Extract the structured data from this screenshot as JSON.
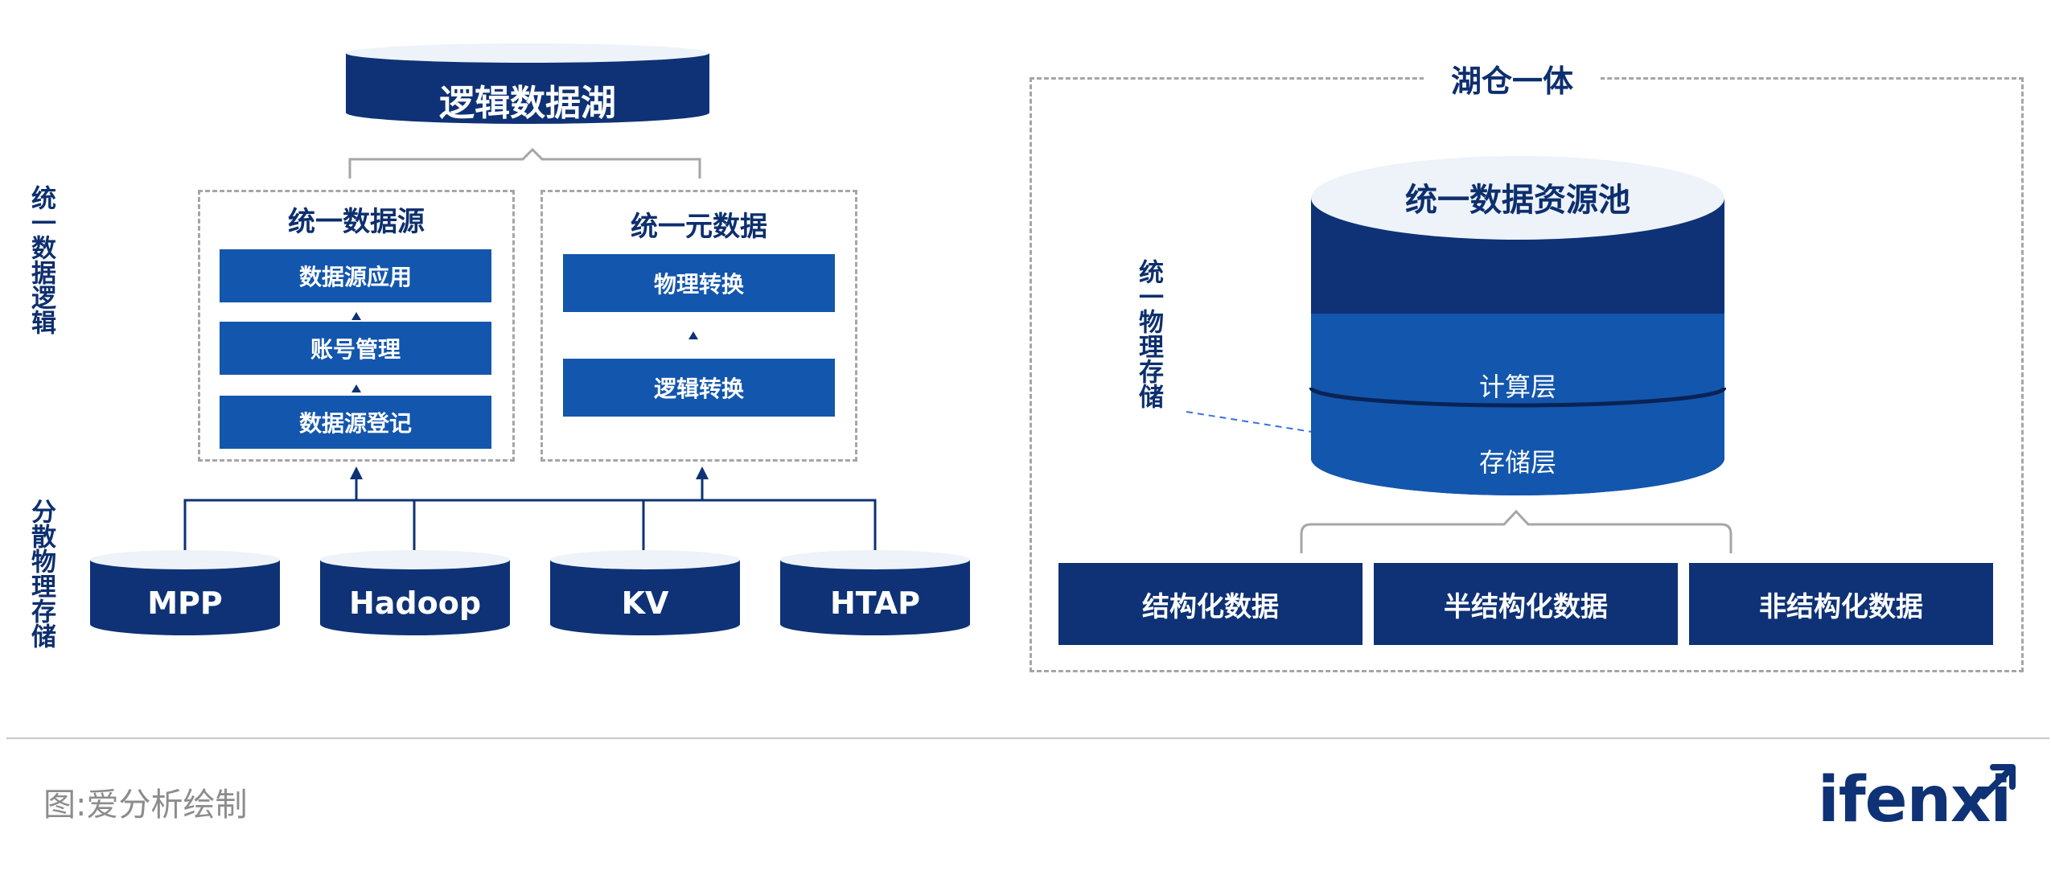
{
  "left": {
    "top_cylinder": "逻辑数据湖",
    "side_label_top": "统一数据逻辑",
    "side_label_bottom": "分散物理存储",
    "group1": {
      "title": "统一数据源",
      "items": [
        "数据源应用",
        "账号管理",
        "数据源登记"
      ]
    },
    "group2": {
      "title": "统一元数据",
      "items": [
        "物理转换",
        "逻辑转换"
      ]
    },
    "stores": [
      "MPP",
      "Hadoop",
      "KV",
      "HTAP"
    ]
  },
  "right": {
    "frame_title": "湖仓一体",
    "pool_title": "统一数据资源池",
    "side_label": "统一物理存储",
    "compute_layer": "计算层",
    "storage_layer": "存储层",
    "data_types": [
      "结构化数据",
      "半结构化数据",
      "非结构化数据"
    ]
  },
  "footer": {
    "source": "图:爱分析绘制",
    "logo": "ifenxi"
  },
  "colors": {
    "navy": "#0e3275",
    "blue": "#1356ad",
    "cylinder_top": "#eef3fa",
    "dash": "#a6a6a6"
  }
}
